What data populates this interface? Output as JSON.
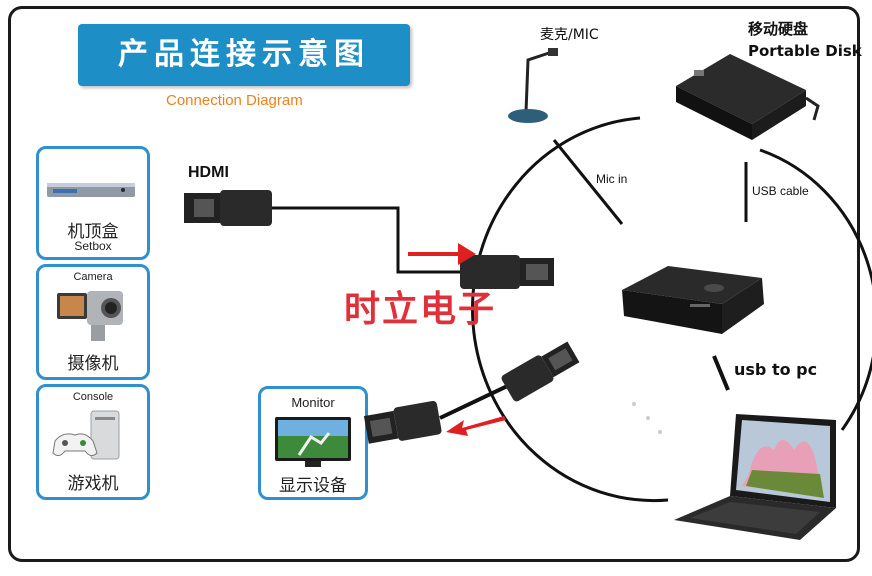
{
  "title": "产品连接示意图",
  "subtitle": "Connection Diagram",
  "watermark": "时立电子",
  "colors": {
    "title_bg": "#1e8fc6",
    "subtitle": "#f0801e",
    "box_border": "#2f8fcf",
    "arrow": "#e02020",
    "watermark": "#e0303a"
  },
  "labels": {
    "hdmi": "HDMI",
    "mic_cn": "麦克/MIC",
    "disk_cn": "移动硬盘",
    "disk_en": "Portable Disk",
    "mic_in": "Mic in",
    "usb_cable": "USB cable",
    "usb_to_pc": "usb to pc"
  },
  "sources": [
    {
      "id": "setbox",
      "label_cn": "机顶盒",
      "label_en": "Setbox",
      "icon": "setbox-icon"
    },
    {
      "id": "camera",
      "label_cn": "摄像机",
      "label_en": "Camera",
      "icon": "camcorder-icon"
    },
    {
      "id": "console",
      "label_cn": "游戏机",
      "label_en": "Console",
      "icon": "game-console-icon"
    }
  ],
  "monitor": {
    "label_cn": "显示设备",
    "label_en": "Monitor",
    "icon": "tv-monitor-icon"
  }
}
